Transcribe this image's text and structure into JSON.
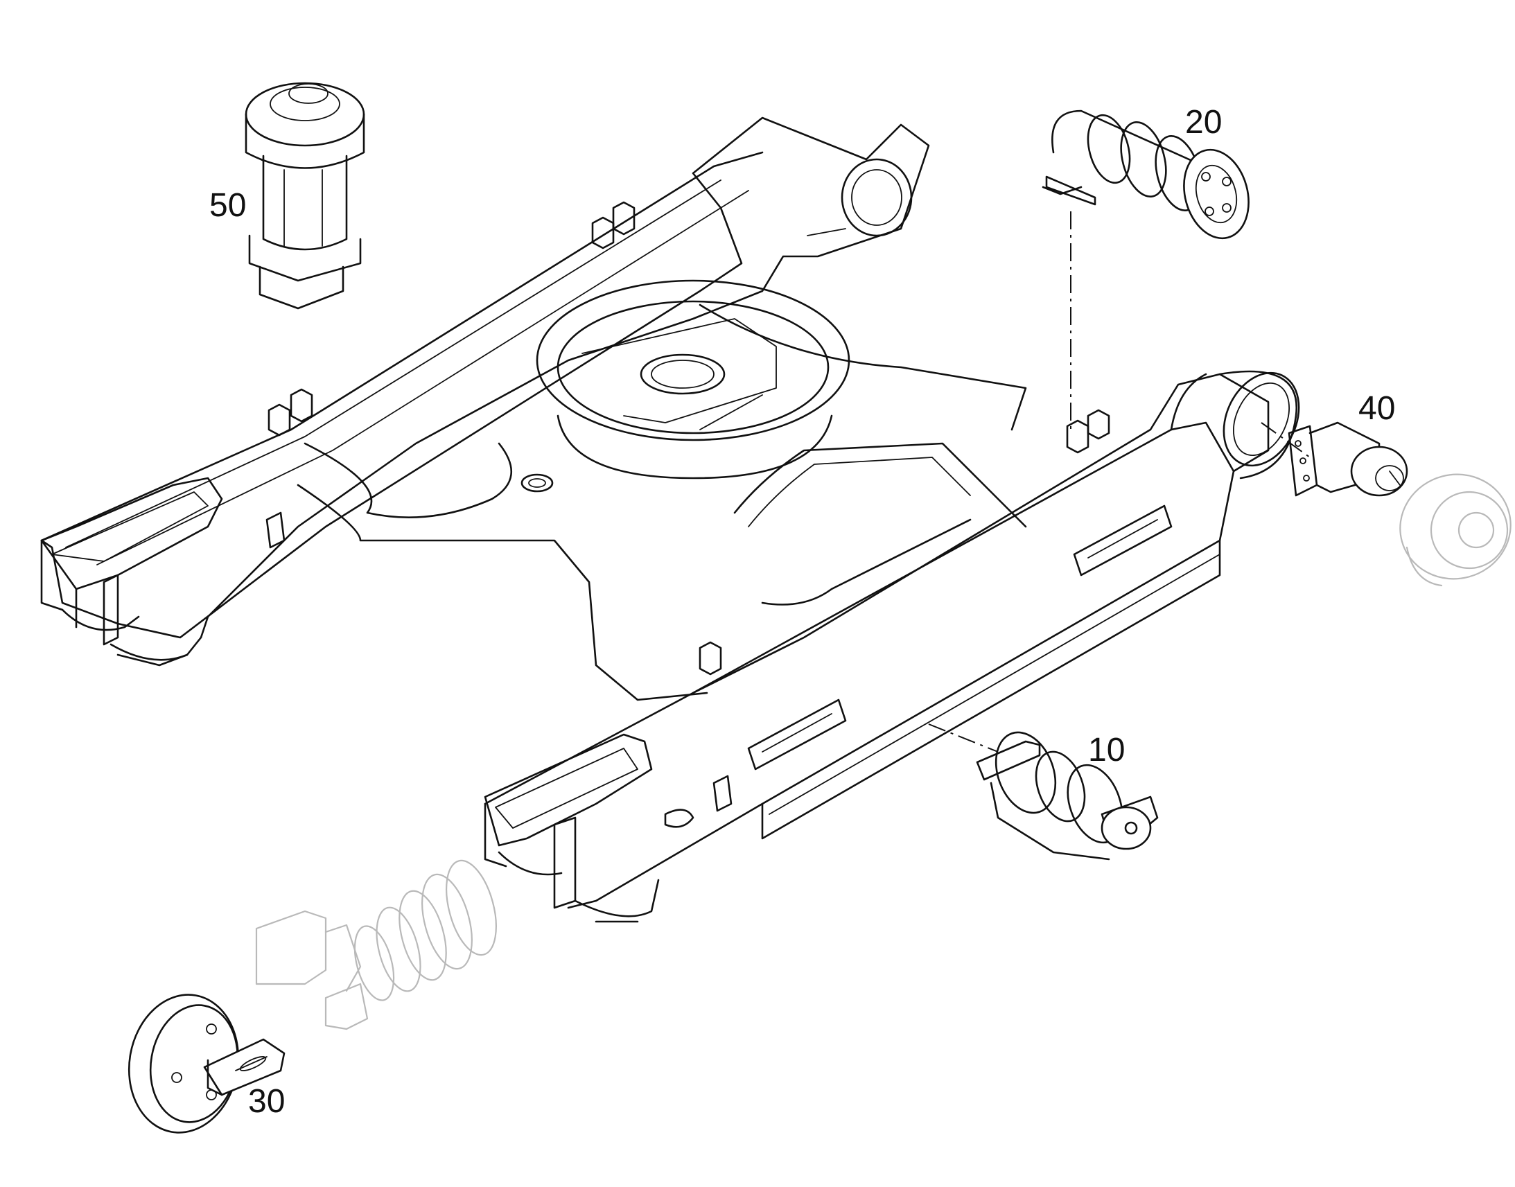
{
  "callouts": {
    "c10": "10",
    "c20": "20",
    "c30": "30",
    "c40": "40",
    "c50": "50"
  },
  "colors": {
    "line": "#111111",
    "ghost": "#b9b9b9",
    "background": "#ffffff"
  }
}
